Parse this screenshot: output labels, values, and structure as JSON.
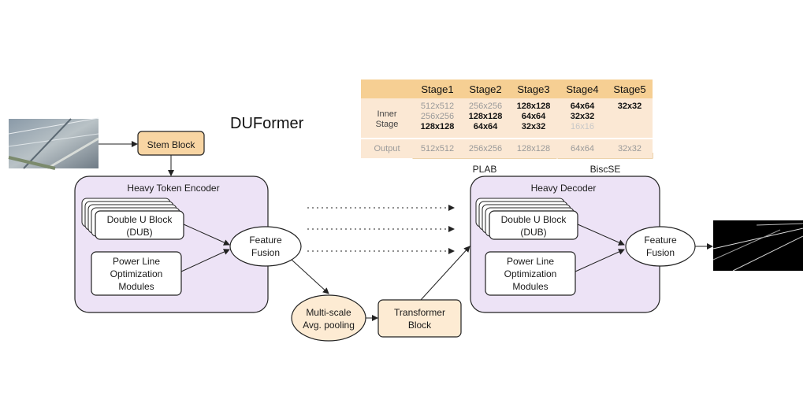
{
  "title": "DUFormer",
  "blocks": {
    "stem": "Stem Block",
    "encoder": "Heavy Token Encoder",
    "encoder_dub_1": "Double U Block",
    "encoder_dub_2": "(DUB)",
    "encoder_plom_1": "Power Line",
    "encoder_plom_2": "Optimization",
    "encoder_plom_3": "Modules",
    "encoder_fusion_1": "Feature",
    "encoder_fusion_2": "Fusion",
    "pool_1": "Multi-scale",
    "pool_2": "Avg. pooling",
    "transformer_1": "Transformer",
    "transformer_2": "Block",
    "decoder": "Heavy Decoder",
    "decoder_dub_1": "Double U Block",
    "decoder_dub_2": "(DUB)",
    "decoder_plom_1": "Power Line",
    "decoder_plom_2": "Optimization",
    "decoder_plom_3": "Modules",
    "decoder_fusion_1": "Feature",
    "decoder_fusion_2": "Fusion"
  },
  "stage_table": {
    "headers": [
      "Stage1",
      "Stage2",
      "Stage3",
      "Stage4",
      "Stage5"
    ],
    "inner_label_1": "Inner",
    "inner_label_2": "Stage",
    "inner": [
      [
        {
          "text": "512x512",
          "style": "gray"
        },
        {
          "text": "256x256",
          "style": "gray"
        },
        {
          "text": "128x128",
          "style": "bold"
        }
      ],
      [
        {
          "text": "256x256",
          "style": "gray"
        },
        {
          "text": "128x128",
          "style": "bold"
        },
        {
          "text": "64x64",
          "style": "bold"
        }
      ],
      [
        {
          "text": "128x128",
          "style": "bold"
        },
        {
          "text": "64x64",
          "style": "bold"
        },
        {
          "text": "32x32",
          "style": "bold"
        }
      ],
      [
        {
          "text": "64x64",
          "style": "bold"
        },
        {
          "text": "32x32",
          "style": "bold"
        },
        {
          "text": "16x16",
          "style": "light"
        }
      ],
      [
        {
          "text": "32x32",
          "style": "bold"
        }
      ]
    ],
    "output_label": "Output",
    "output": [
      "512x512",
      "256x256",
      "128x128",
      "64x64",
      "32x32"
    ],
    "group_1": "PLAB",
    "group_2": "BiscSE"
  },
  "colors": {
    "orange_fill": "#f8d5a3",
    "pool_fill": "#fdebd3",
    "purple_fill": "#ede3f6",
    "table_header": "#f6cf93",
    "table_body": "#fbe8d4"
  }
}
